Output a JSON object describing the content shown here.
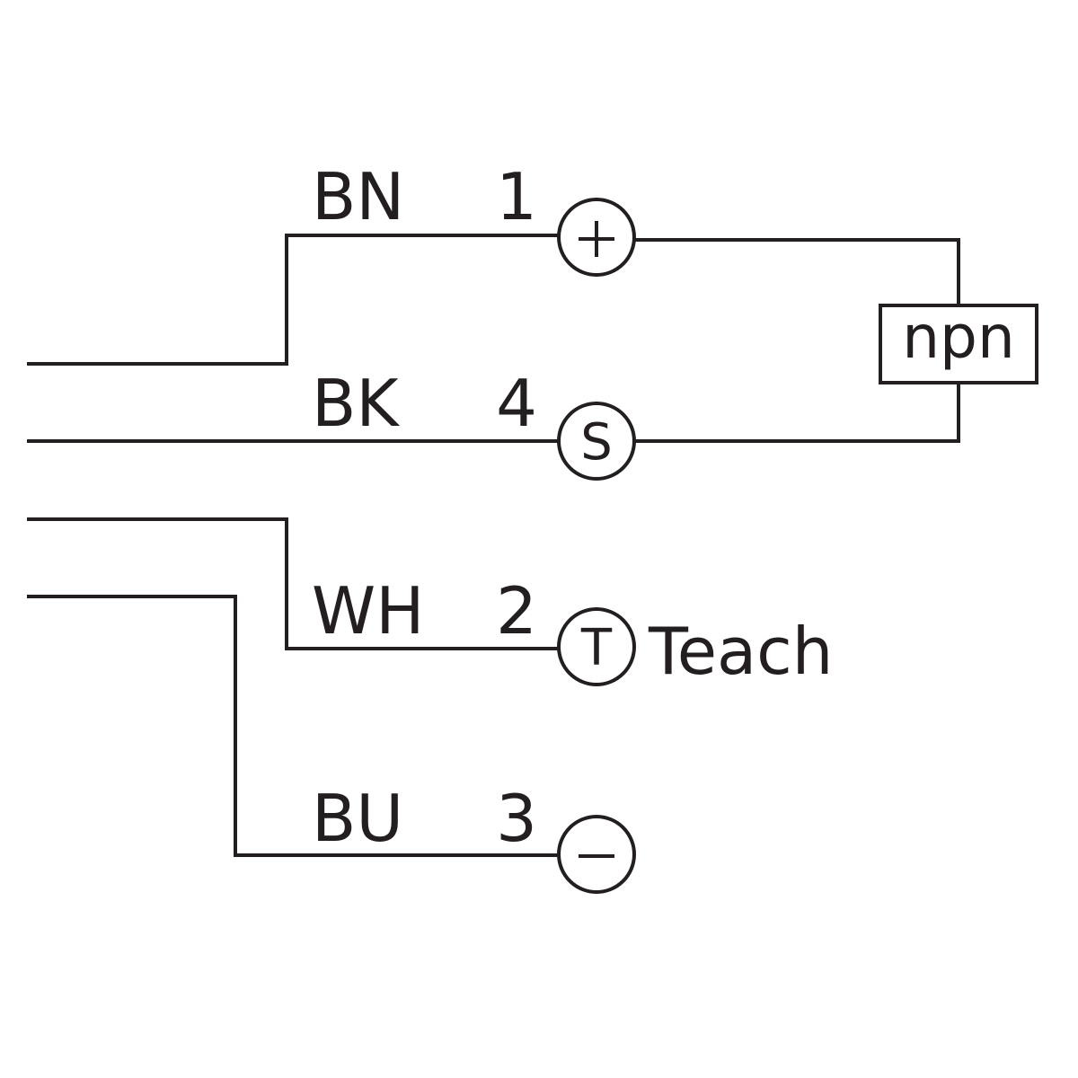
{
  "wires": [
    {
      "color_code": "BN",
      "pin": "1",
      "terminal_symbol": "+"
    },
    {
      "color_code": "BK",
      "pin": "4",
      "terminal_symbol": "S"
    },
    {
      "color_code": "WH",
      "pin": "2",
      "terminal_symbol": "T",
      "function": "Teach"
    },
    {
      "color_code": "BU",
      "pin": "3",
      "terminal_symbol": "−"
    }
  ],
  "output_box": {
    "label": "npn"
  },
  "colors": {
    "line": "#231f20",
    "background": "#ffffff"
  }
}
